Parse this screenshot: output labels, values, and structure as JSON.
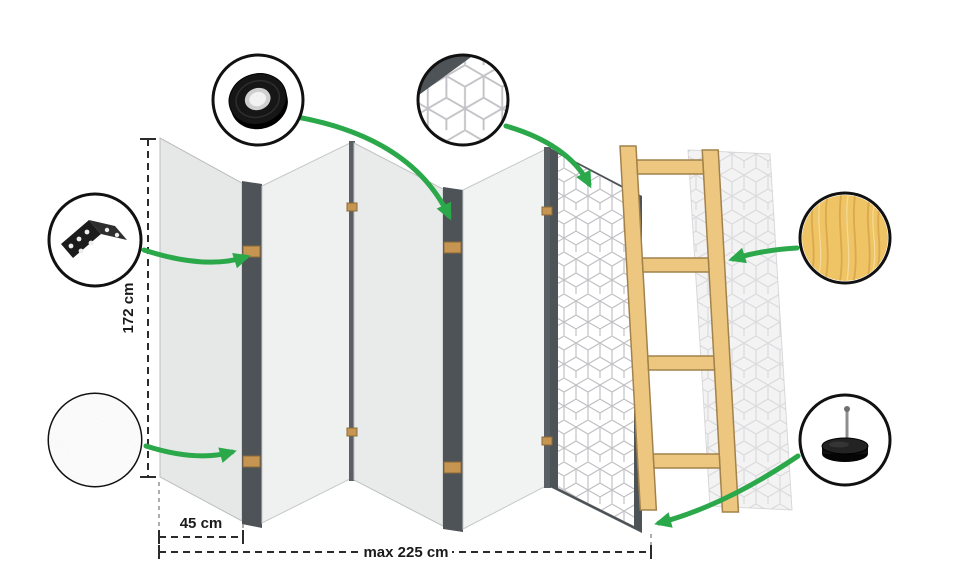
{
  "labels": {
    "height": "172 cm",
    "panel_width": "45 cm",
    "max_width": "max 225 cm"
  },
  "colors": {
    "arrow_green": "#2aa84a",
    "panel_face": "#ececec",
    "panel_edge_dark": "#4e5357",
    "wood_frame": "#edc77f",
    "pattern_line": "#c4c4c8",
    "outline_black": "#111111"
  },
  "callouts": [
    {
      "id": "hinge",
      "icon": "hinge-icon"
    },
    {
      "id": "tape",
      "icon": "tape-icon"
    },
    {
      "id": "pattern-detail",
      "icon": "pattern-texture-icon"
    },
    {
      "id": "fleece-texture",
      "icon": "texture-icon"
    },
    {
      "id": "wood",
      "icon": "wood-texture-icon"
    },
    {
      "id": "foot",
      "icon": "foot-icon"
    }
  ]
}
